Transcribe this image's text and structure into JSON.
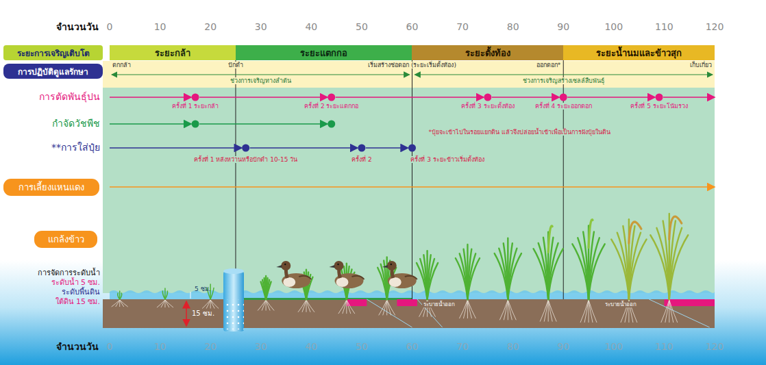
{
  "diagram": {
    "nodes": [
      {
        "text": [
          "ระยะการเจริญเติบโต"
        ]
      },
      {
        "text": [
          "ระยะกล้า"
        ]
      },
      {
        "text": [
          "ระยะแตกกอ"
        ]
      },
      {
        "text": [
          "ระยะตั้งท้อง"
        ]
      },
      {
        "text": [
          "ระยะน้ำนมและข้าวสุก"
        ]
      },
      {
        "text": [
          "การปฏิบัติดูแลรักษา"
        ]
      },
      {
        "text": [
          "การเลี้ยงแหนแดง"
        ]
      },
      {
        "text": [
          "แกล้งข้าว"
        ]
      }
    ],
    "labels": [
      "จำนวนวัน",
      "0",
      "10",
      "20",
      "30",
      "40",
      "50",
      "60",
      "70",
      "80",
      "90",
      "100",
      "110",
      "120",
      "ตกกล้า",
      "ปักดำ",
      "เริ่มสร้างช่อดอก (ระยะเริ่มตั้งท้อง)",
      "ออกดอก*",
      "เก็บเกี่ยว",
      "ช่วงการเจริญทางลำต้น",
      "ช่วงการเจริญสร้างเซลล์สืบพันธุ์",
      "การตัดพันธุ์ปน",
      "ครั้งที่ 1 ระยะกล้า",
      "ครั้งที่ 2 ระยะแตกกอ",
      "ครั้งที่ 3 ระยะตั้งท้อง",
      "ครั้งที่ 4 ระยะออกดอก",
      "ครั้งที่ 5 ระยะโน้มรวง",
      "กำจัดวัชพืช",
      "**การใส่ปุ๋ย",
      "ครั้งที่ 1 หลังหว่านหรือปักดำ 10-15 วัน",
      "ครั้งที่ 2",
      "ครั้งที่ 3 ระยะข้าวเริ่มตั้งท้อง",
      "*ปุ๋ยจะเข้าไปในรอยแยกดิน แล้วจึงปล่อยน้ำเข้าเพื่อเป็นการฝังปุ๋ยในดิน",
      "การจัดการระดับน้ำ",
      "ระดับน้ำ 5 ซม.",
      "ระดับพื้นดิน",
      "ใต้ดิน 15 ซม.",
      "5 ซม.",
      "15 ซม.",
      "ระบายน้ำออก",
      "ระบายน้ำออก",
      "จำนวนวัน",
      "0",
      "10",
      "20",
      "30",
      "40",
      "50",
      "60",
      "70",
      "80",
      "90",
      "100",
      "110",
      "120"
    ]
  }
}
